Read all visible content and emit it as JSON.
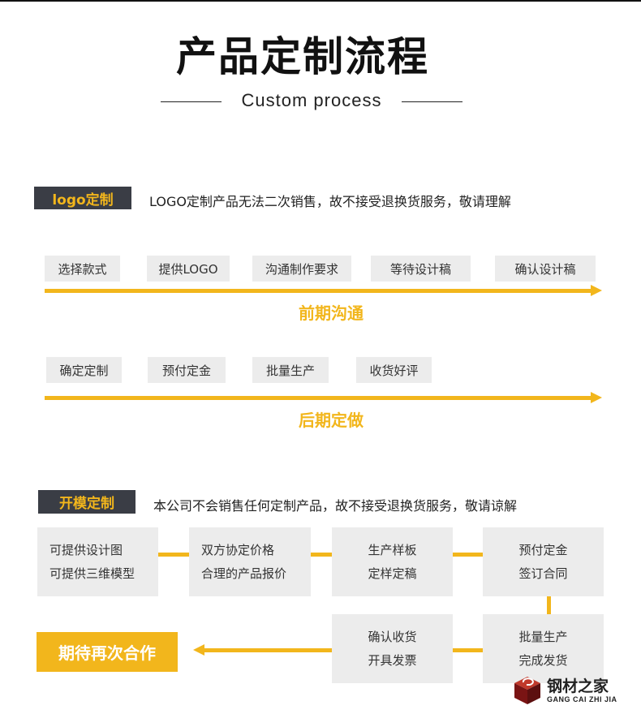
{
  "header": {
    "title": "产品定制流程",
    "subtitle": "Custom process"
  },
  "logo_section": {
    "badge": "logo定制",
    "note": "LOGO定制产品无法二次销售，故不接受退换货服务，敬请理解",
    "phase1": {
      "steps": [
        "选择款式",
        "提供LOGO",
        "沟通制作要求",
        "等待设计稿",
        "确认设计稿"
      ],
      "label": "前期沟通"
    },
    "phase2": {
      "steps": [
        "确定定制",
        "预付定金",
        "批量生产",
        "收货好评"
      ],
      "label": "后期定做"
    }
  },
  "mold_section": {
    "badge": "开模定制",
    "note": "本公司不会销售任何定制产品，故不接受退换货服务，敬请谅解",
    "cards": [
      {
        "line1": "可提供设计图",
        "line2": "可提供三维模型"
      },
      {
        "line1": "双方协定价格",
        "line2": "合理的产品报价"
      },
      {
        "line1": "生产样板",
        "line2": "定样定稿"
      },
      {
        "line1": "预付定金",
        "line2": "签订合同"
      },
      {
        "line1": "批量生产",
        "line2": "完成发货"
      },
      {
        "line1": "确认收货",
        "line2": "开具发票"
      }
    ],
    "final": "期待再次合作"
  },
  "watermark": {
    "name": "钢材之家",
    "pinyin": "GANG CAI ZHI JIA"
  },
  "colors": {
    "accent": "#f2b61c",
    "badge_bg": "#3a3d45",
    "chip_bg": "#ececec",
    "watermark_red": "#8b1a1a"
  }
}
